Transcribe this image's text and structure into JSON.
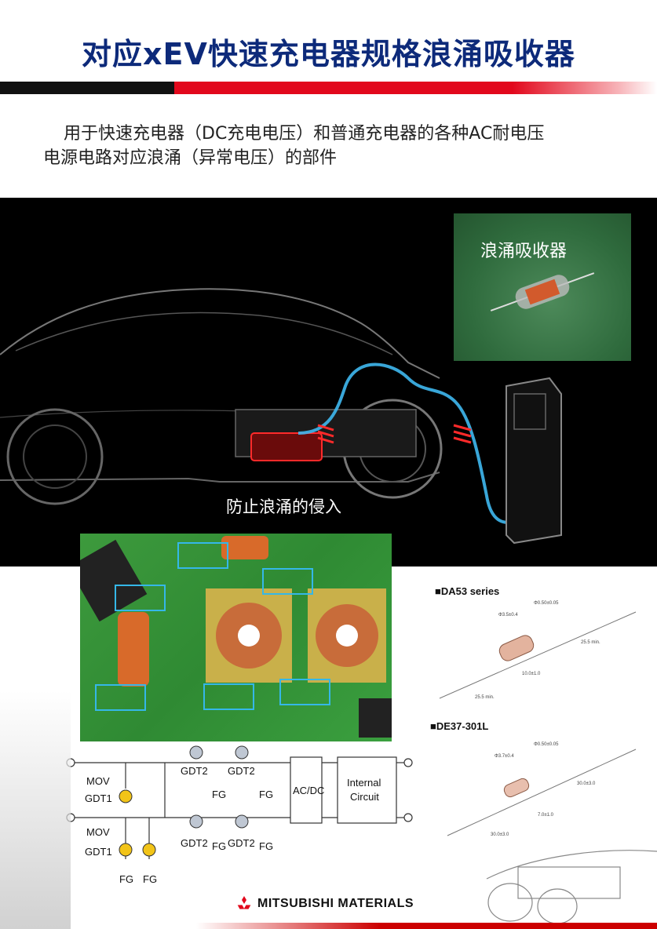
{
  "title": "对应xEV快速充电器规格浪涌吸收器",
  "intro": {
    "line1": "用于快速充电器（DC充电电压）和普通充电器的各种AC耐电压",
    "line2": "电源电路对应浪涌（异常电压）的部件"
  },
  "hero": {
    "inset_label": "浪涌吸收器",
    "caption": "防止浪涌的侵入"
  },
  "circuit": {
    "mov1": "MOV",
    "gdt1_a": "GDT1",
    "mov2": "MOV",
    "gdt1_b": "GDT1",
    "fg1": "FG",
    "fg2": "FG",
    "gdt2_a": "GDT2",
    "gdt2_b": "GDT2",
    "gdt2_c": "GDT2",
    "gdt2_d": "GDT2",
    "fg3": "FG",
    "fg4": "FG",
    "fg5": "FG",
    "fg6": "FG",
    "acdc": "AC/DC",
    "internal_l1": "Internal",
    "internal_l2": "Circuit"
  },
  "specs": {
    "da53_title": "■DA53 series",
    "de37_title": "■DE37-301L",
    "da53_dims": [
      "Φ3.5±0.4",
      "Φ0.50±0.05",
      "25.5 min.",
      "10.0±1.0",
      "25.5 min."
    ],
    "de37_dims": [
      "Φ3.7±0.4",
      "Φ0.50±0.05",
      "30.0±3.0",
      "7.0±1.0",
      "30.0±3.0"
    ]
  },
  "logo": {
    "text": "MITSUBISHI MATERIALS"
  },
  "colors": {
    "title": "#0d2a7a",
    "accent_red": "#e2081c",
    "pcb_green": "#2f8a33",
    "highlight": "#35b7e8"
  }
}
